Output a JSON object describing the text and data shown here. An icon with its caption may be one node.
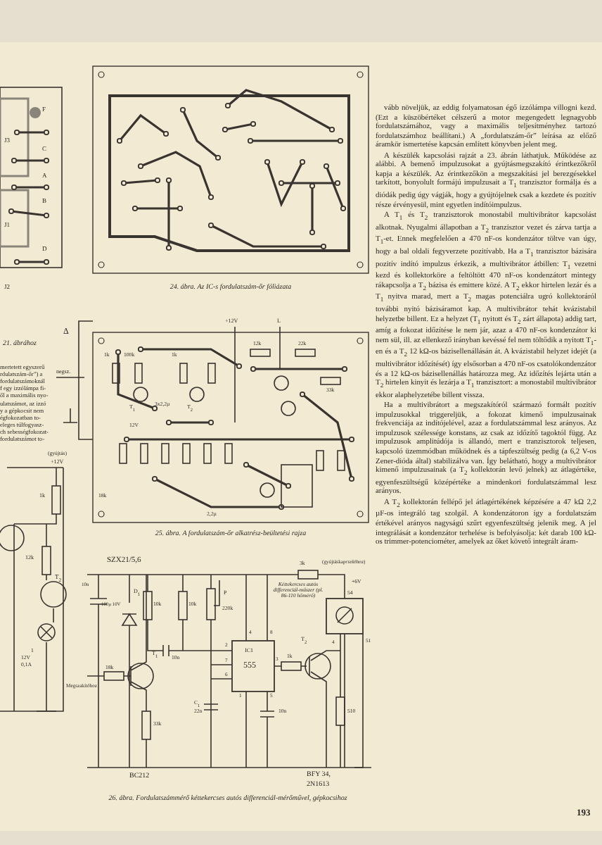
{
  "diagram": {
    "labels": [
      "F",
      "J3",
      "C",
      "A",
      "B",
      "J1",
      "D",
      "J2",
      "Δ",
      "21. ábrához",
      "negsz.",
      "mertetett egyszerű",
      "rdulatszám-őr”) a",
      "fordulatszámoknál",
      "f egy izzólámpa fi-",
      "ől a maximális nyo-",
      "ulatszámot, az izzó",
      "y a gépkocsit nem",
      "égfokozatban to-",
      "eleges túlfogyasz-",
      "ch sebességfokozat-",
      "fordulatszámot to-",
      "(gyújtás)",
      "+12V",
      "1k",
      "12k",
      "T$_{2}$",
      "1",
      "12V",
      "0,1A",
      "24. ábra. Az IC-s fordulatszám-őr fóliázata",
      "+12V",
      "L",
      "1k",
      "100k",
      "1k",
      "12k",
      "22k",
      "T$_{1}$",
      "3x2,2µ",
      "T$_{2}$",
      "33k",
      "12V",
      "18k",
      "2,2µ",
      "25. ábra. A fordulatszám-őr alkatrész-beültetési rajza",
      "SZX21/5,6",
      "3k",
      "(gyújtáskapcsolóhoz)",
      "+6V",
      "D$_{1}$",
      "10n",
      "100µ 10V",
      "10k",
      "10k",
      "P",
      "220k",
      "Kéttekercses autós differenciál-műszer (pl. 86-110 hőmérő)",
      "54",
      "4",
      "8",
      "2",
      "IC1",
      "7",
      "555",
      "6",
      "3",
      "1k",
      "T$_{2}$",
      "4",
      "51",
      "10n",
      "18k",
      "T$_{1}$",
      "Megszakítóhoz",
      "1",
      "5",
      "C$_{1}$",
      "22n",
      "10n",
      "510",
      "33k",
      "BC212",
      "BFY 34,",
      "2N1613",
      "26. ábra. Fordulatszámmérő kéttekercses autós differenciál-mérőművel, gépkocsihoz",
      "vább növeljük, az eddig folyamatosan égő izzólámpa villogni kezd. (Ezt a küszöbértéket célszerű a motor megengedett legnagyobb fordulatszámához, vagy a maximális teljesítményhez tartozó fordulatszámhoz beállítani.) A „fordulatszám-őr” leírása az előző áramkör ismertetése kapcsán említett könyvben jelent meg.",
      "A készülék kapcsolási rajzát a 23. ábrán láthatjuk. Működése az alábbi. A bemenő impulzusokat a gyújtásmegszakító érintkezőkről kapja a készülék. Az érintkezőkön a megszakítási jel berezgésekkel tarkított, bonyolult formájú impulzusait a T$_{1}$ tranzisztor formálja és a diódák pedig úgy vágják, hogy a gyújtójelnek csak a kezdete és pozitív része érvényesül, mint egyetlen indítóimpulzus.",
      "A T$_{1}$ és T$_{2}$ tranzisztorok monostabil multivibrátor kapcsolást alkotnak. Nyugalmi állapotban a T$_{2}$ tranzisztor vezet és zárva tartja a T$_{1}$-et. Ennek megfelelően a 470 nF-os kondenzátor töltve van úgy, hogy a bal oldali fegyverzete pozitívabb. Ha a T$_{1}$ tranzisztor bázisára pozitív indító impulzus érkezik, a multivibrátor átbillen: T$_{1}$ vezetni kezd és kollektorköre a feltöltött 470 nF-os kondenzátort mintegy rákapcsolja a T$_{2}$ bázisa és emittere közé. A T$_{2}$ ekkor hirtelen lezár és a T$_{1}$ nyitva marad, mert a T$_{2}$ magas potenciálra ugró kollektoráról további nyitó bázisáramot kap. A multivibrátor tehát kvázistabil helyzetbe billent. Ez a helyzet (T$_{1}$ nyitott és T$_{2}$ zárt állapota) addig tart, amíg a fokozat időzítése le nem jár, azaz a 470 nF-os kondenzátor ki nem sül, ill. az ellenkező irányban kevéssé fel nem töltődik a nyitott T$_{1}$-en és a T$_{2}$ 12 kΩ-os bázisellenállásán át. A kvázistabil helyzet idejét (a multivibrátor időzítését) így elsősorban a 470 nF-os csatolókondenzátor és a 12 kΩ-os bázisellenállás határozza meg. Az időzítés lejárta után a T$_{2}$ hirtelen kinyit és lezárja a T$_{1}$ tranzisztort: a monostabil multivibrátor ekkor alaphelyzetébe billent vissza.",
      "Ha a multivibrátort a megszakítóról származó formált pozitív impulzusokkal triggereljük, a fokozat kimenő impulzusainak frekvenciája az indítójelével, azaz a fordulatszámmal lesz arányos. Az impulzusok szélessége konstans, az csak az időzítő tagoktól függ. Az impulzusok amplitúdója is állandó, mert e tranzisztorok teljesen, kapcsoló üzemmódban működnek és a tápfeszültség pedig (a 6,2 V-os Zener-dióda által) stabilizálva van. Így belátható, hogy a multivibrátor kimenő impulzusainak (a T$_{2}$ kollektorán levő jelnek) az átlagértéke, egyenfeszültségű középértéke a mindenkori fordulatszámmal lesz arányos.",
      "A T$_{2}$ kollektorán fellépő jel átlagértékének képzésére a 47 kΩ 2,2 µF-os integráló tag szolgál. A kondenzátoron így a fordulatszám értékével arányos nagyságú szűrt egyenfeszültség jelenik meg. A jel integrálását a kondenzátor terhelése is befolyásolja: két darab 100 kΩ-os trimmer-potenciométer, amelyek az őket követő integrált áram-",
      "193"
    ]
  }
}
